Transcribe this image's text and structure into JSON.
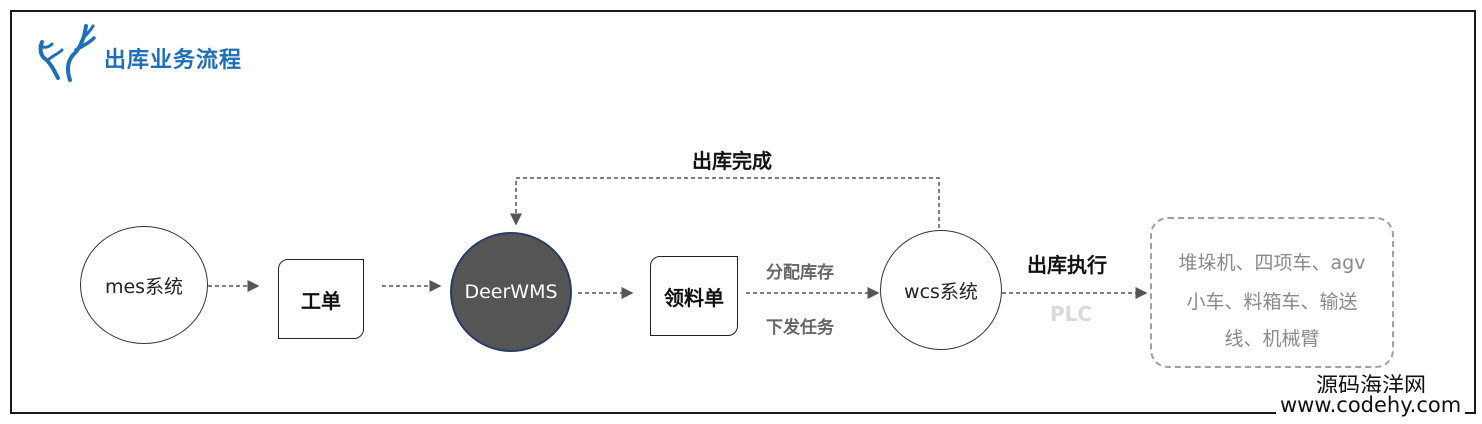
{
  "header": {
    "title": "出库业务流程",
    "logo_icon": "deer-antler-icon",
    "title_color": "#1e6fb8"
  },
  "nodes": {
    "mes": "mes系统",
    "work_order": "工单",
    "wms": "DeerWMS",
    "picking_list": "领料单",
    "wcs": "wcs系统"
  },
  "edges": {
    "allocate": "分配库存",
    "dispatch": "下发任务",
    "complete": "出库完成",
    "execute": "出库执行",
    "plc": "PLC"
  },
  "equipment": {
    "lines": [
      "堆垛机、四项车、agv",
      "小车、料箱车、输送",
      "线、机械臂"
    ]
  },
  "watermark": {
    "line1": "源码海洋网",
    "line2": "www.codehy.com"
  },
  "colors": {
    "wms_fill": "#555555",
    "wms_border": "#2a3c66",
    "dashed": "#555555",
    "muted": "#8a8a8a"
  }
}
